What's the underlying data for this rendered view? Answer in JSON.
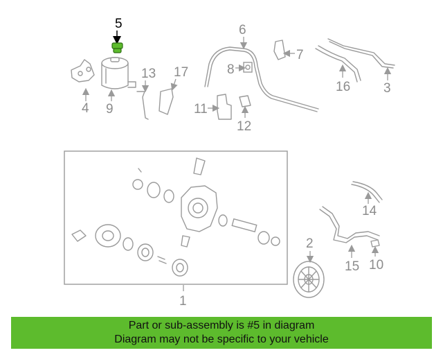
{
  "diagram": {
    "highlight_color": "#5dbb2d",
    "callouts": [
      "5",
      "6",
      "7",
      "13",
      "17",
      "16",
      "9",
      "4",
      "3",
      "8",
      "11",
      "12",
      "2",
      "14",
      "15",
      "10",
      "1"
    ],
    "highlighted_callout": "5"
  },
  "banner": {
    "line1": "Part or sub-assembly is #5 in diagram",
    "line2": "Diagram may not be specific to your vehicle",
    "color": "#5dbb2d"
  }
}
